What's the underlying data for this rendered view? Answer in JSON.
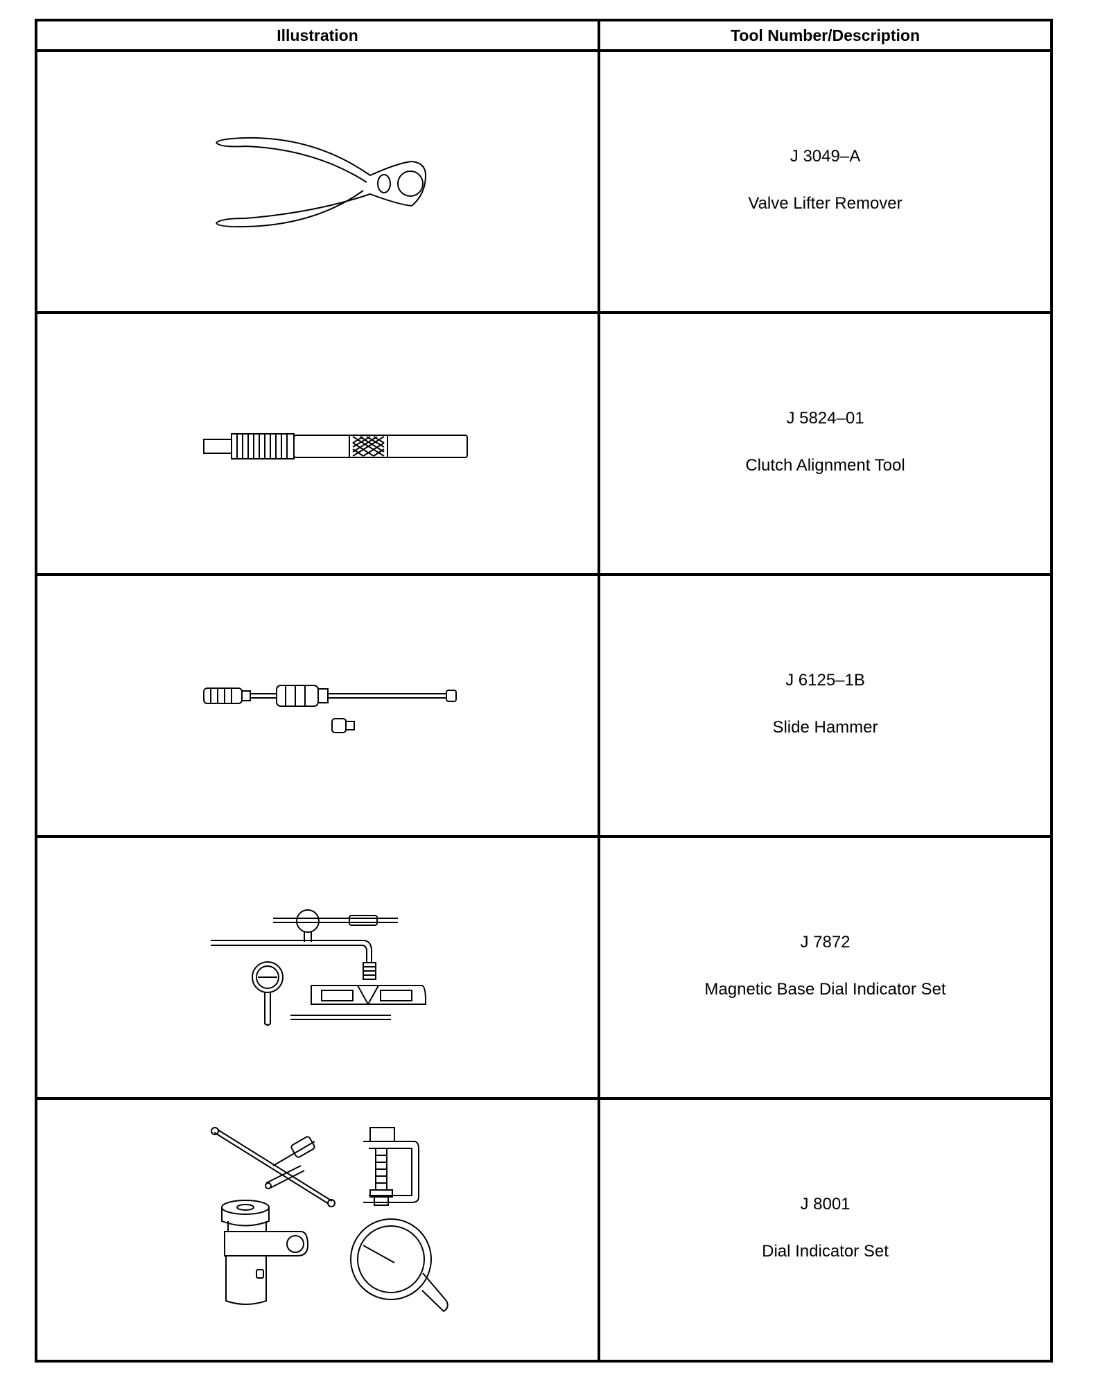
{
  "header": {
    "illustration": "Illustration",
    "tool": "Tool Number/Description"
  },
  "rows": [
    {
      "number": "J 3049–A",
      "name": "Valve Lifter Remover",
      "icon": "pliers-icon"
    },
    {
      "number": "J 5824–01",
      "name": "Clutch Alignment Tool",
      "icon": "alignment-tool-icon"
    },
    {
      "number": "J 6125–1B",
      "name": "Slide Hammer",
      "icon": "slide-hammer-icon"
    },
    {
      "number": "J 7872",
      "name": "Magnetic Base Dial Indicator Set",
      "icon": "magnetic-dial-indicator-icon"
    },
    {
      "number": "J 8001",
      "name": "Dial Indicator Set",
      "icon": "dial-indicator-set-icon"
    }
  ]
}
